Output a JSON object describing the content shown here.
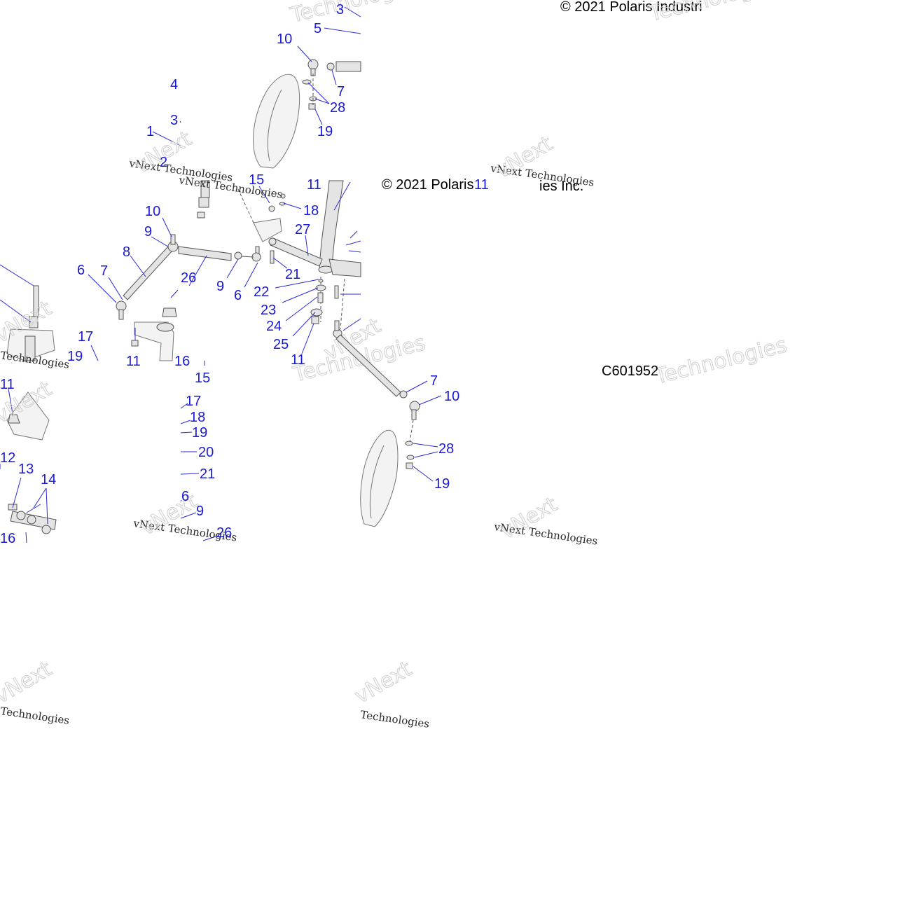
{
  "copyright": "© 2021 Polaris Industri",
  "figure_id": "C601952",
  "watermark": {
    "line1": "vNext Technologies",
    "line2": "Technologies",
    "line3": "vNext"
  },
  "callouts": {
    "c3a": "3",
    "c5a": "5",
    "c10a": "10",
    "c4a": "4",
    "c7a": "7",
    "c28a": "28",
    "c3b": "3",
    "c1a": "1",
    "c19a": "19",
    "c2a": "2",
    "c15a": "15",
    "c11a": "11",
    "c11b": "11",
    "c18a": "18",
    "c27a": "27",
    "c10b": "10",
    "c9a": "9",
    "c8a": "8",
    "c6a": "6",
    "c7b": "7",
    "c26a": "26",
    "c9b": "9",
    "c6b": "6",
    "c21a": "21",
    "c22a": "22",
    "c23a": "23",
    "c24a": "24",
    "c25a": "25",
    "c11c": "11",
    "c17a": "17",
    "c19b": "19",
    "c11d": "11",
    "c16a": "16",
    "c15b": "15",
    "c11e": "11",
    "c7c": "7",
    "c10c": "10",
    "c17b": "17",
    "c18b": "18",
    "c19c": "19",
    "c20a": "20",
    "c21b": "21",
    "c12a": "12",
    "c13a": "13",
    "c14a": "14",
    "c16b": "16",
    "c6c": "6",
    "c9c": "9",
    "c26b": "26",
    "c28b": "28",
    "c19d": "19"
  }
}
